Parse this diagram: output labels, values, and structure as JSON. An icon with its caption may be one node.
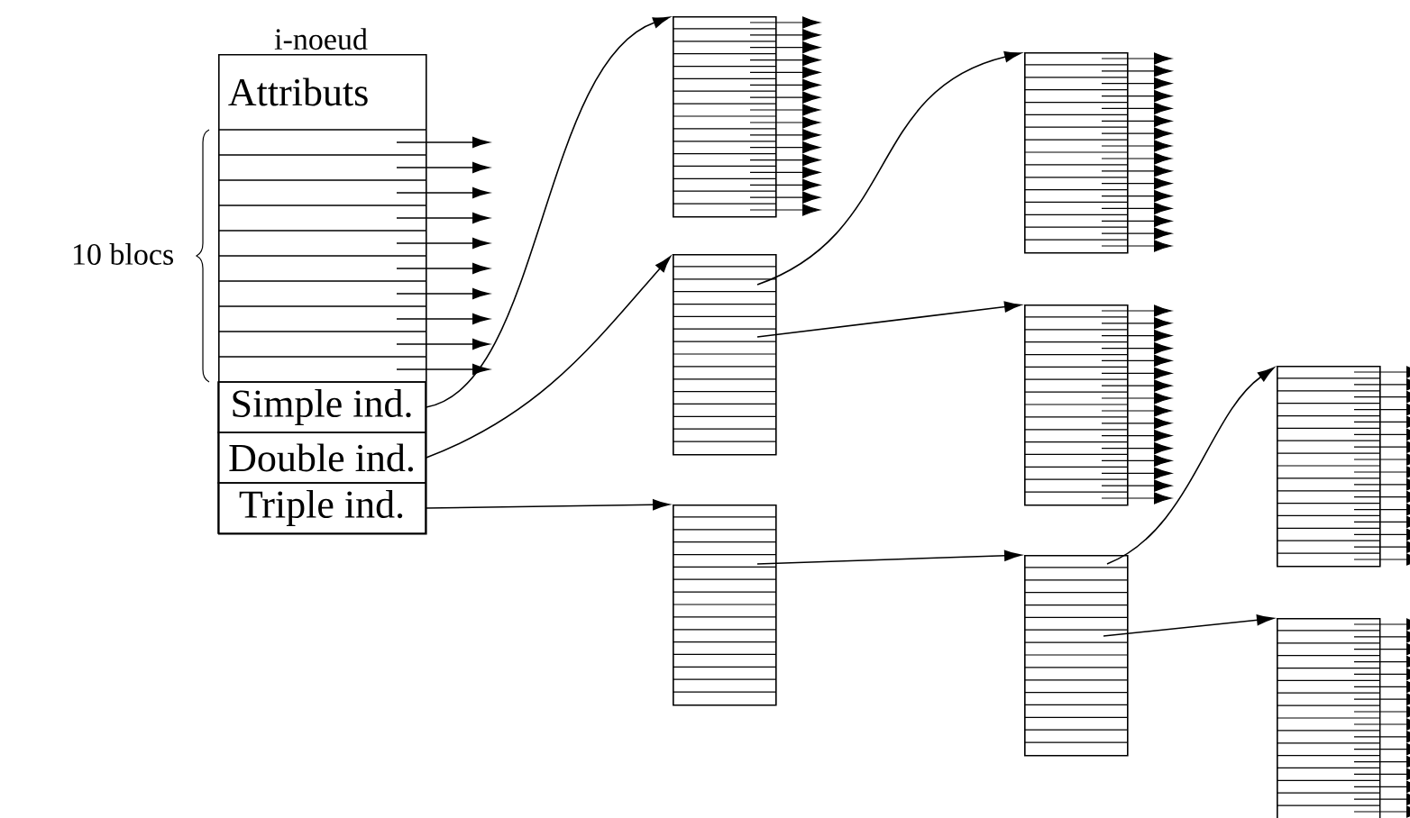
{
  "diagram": {
    "nodes": [
      {
        "text": [
          "i-noeud",
          "Attributs"
        ]
      },
      {
        "text": [
          "Simple ind."
        ],
        "in": 0
      },
      {
        "text": [
          "Double ind."
        ],
        "in": 0
      },
      {
        "text": [
          "Triple ind."
        ],
        "in": 0
      },
      {
        "text": [],
        "shape": "box"
      },
      {
        "text": [],
        "shape": "box"
      },
      {
        "text": [],
        "shape": "box"
      },
      {
        "text": [],
        "shape": "box"
      },
      {
        "text": [],
        "shape": "box"
      },
      {
        "text": [],
        "shape": "box"
      },
      {
        "text": [],
        "shape": "box"
      },
      {
        "text": [],
        "shape": "box"
      }
    ],
    "edges": [
      {
        "from": 1,
        "to": 4,
        "arrow": "to"
      },
      {
        "from": 2,
        "to": 5,
        "arrow": "to"
      },
      {
        "from": 3,
        "to": 6,
        "arrow": "to"
      },
      {
        "from": 5,
        "to": 7,
        "arrow": "to"
      },
      {
        "from": 5,
        "to": 8,
        "arrow": "to"
      },
      {
        "from": 6,
        "to": 9,
        "arrow": "to"
      },
      {
        "from": 9,
        "to": 10,
        "arrow": "to"
      },
      {
        "from": 9,
        "to": 11,
        "arrow": "to"
      }
    ],
    "labels": [
      "10 blocs"
    ]
  }
}
